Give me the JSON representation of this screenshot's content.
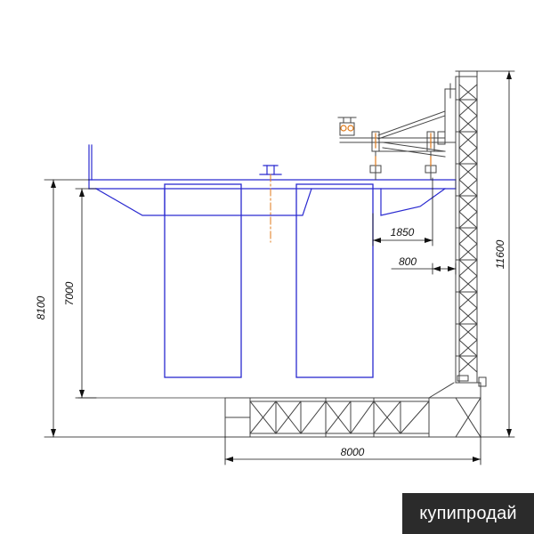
{
  "dimensions": {
    "d8100": "8100",
    "d7000": "7000",
    "d1850": "1850",
    "d800": "800",
    "d11600": "11600",
    "d8000": "8000"
  },
  "watermark": {
    "text": "купипродай"
  },
  "colors": {
    "structure": "#2a2ad0",
    "truss": "#444444",
    "dimension": "#111111",
    "accent": "#e07a1a"
  }
}
